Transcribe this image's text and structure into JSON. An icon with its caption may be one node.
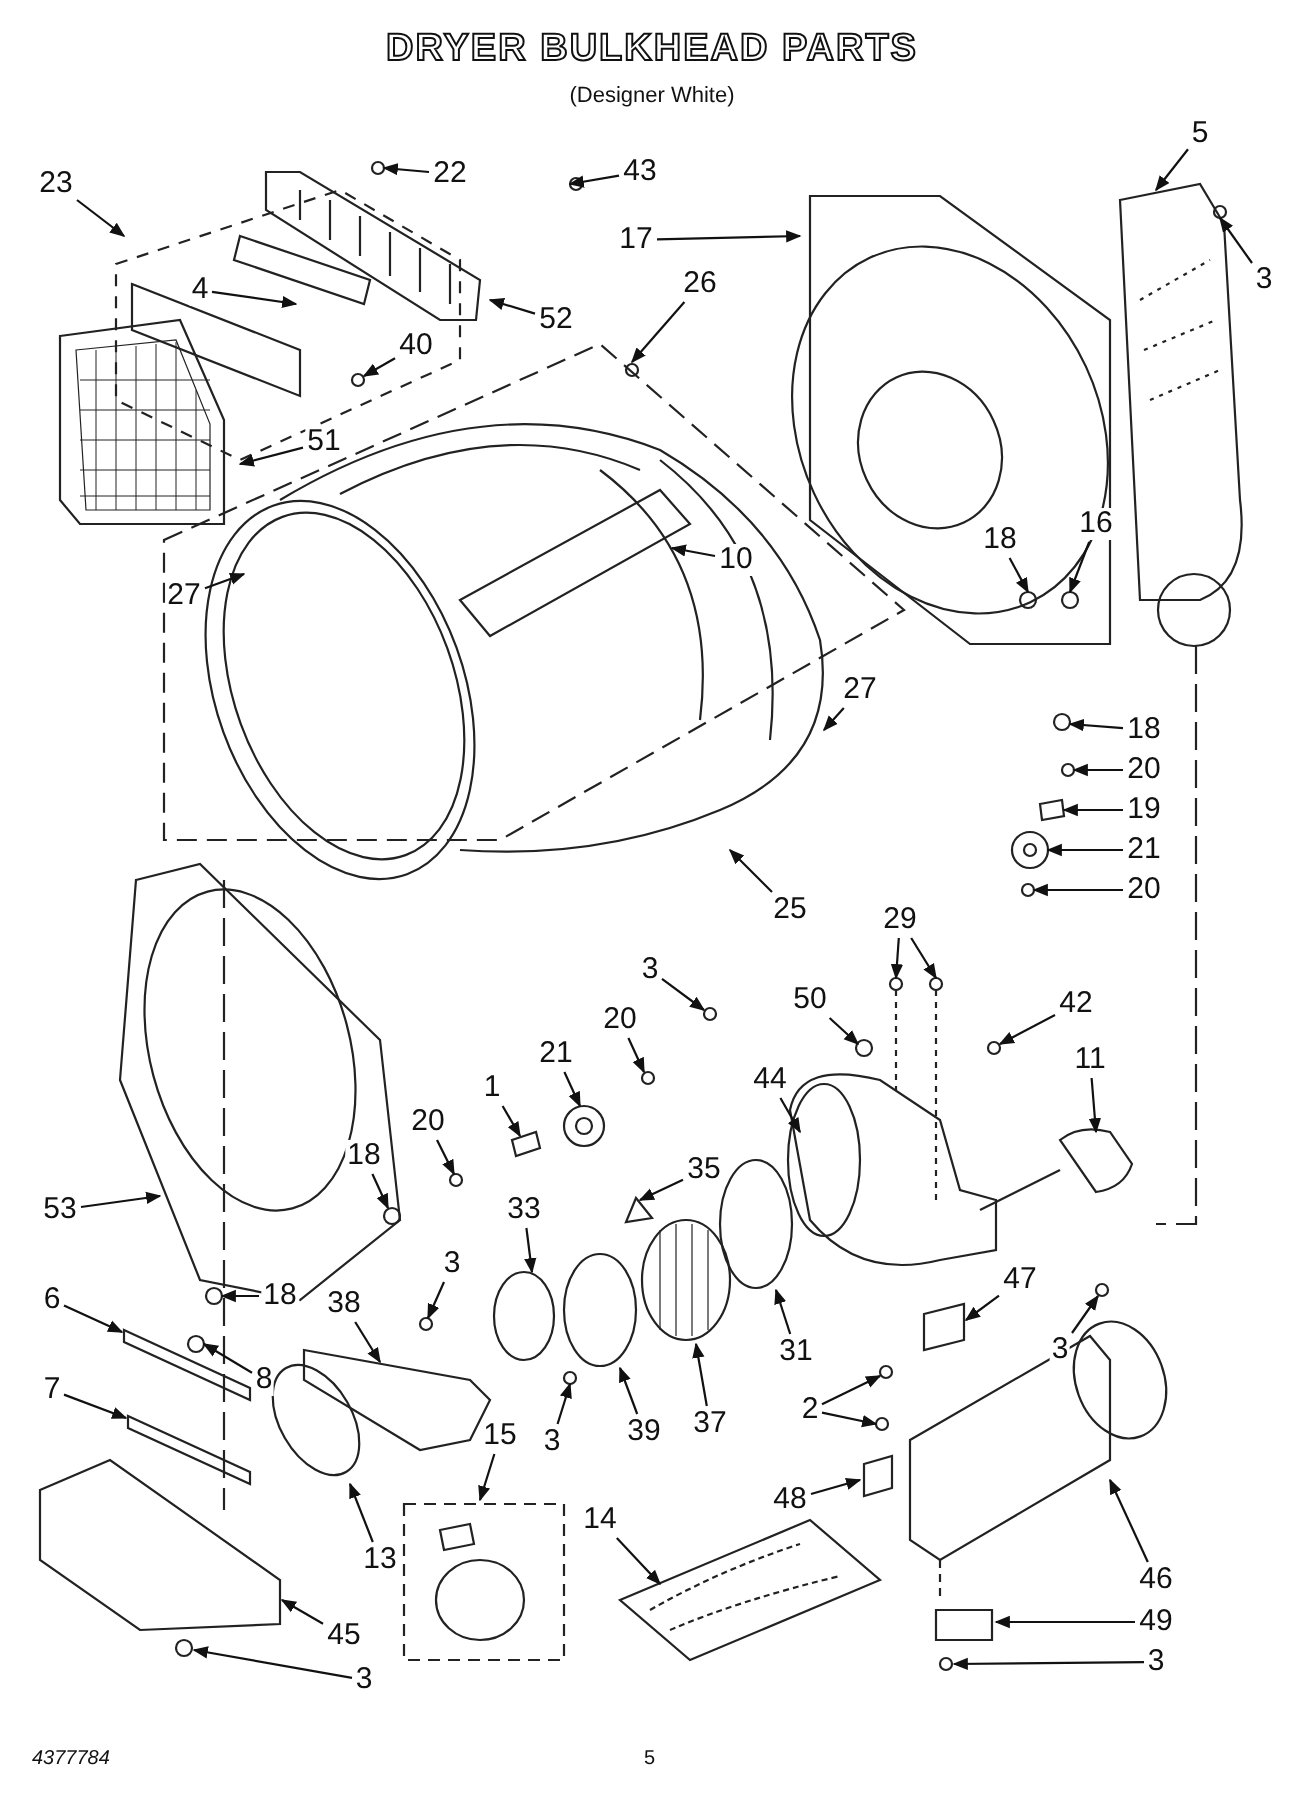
{
  "diagram": {
    "title": "DRYER BULKHEAD PARTS",
    "nodes": [
      {
        "text": [
          "23"
        ]
      },
      {
        "text": [
          "22"
        ]
      },
      {
        "text": [
          "43"
        ]
      },
      {
        "text": [
          "5"
        ]
      },
      {
        "text": [
          "17"
        ]
      },
      {
        "text": [
          "3"
        ]
      },
      {
        "text": [
          "4"
        ]
      },
      {
        "text": [
          "52"
        ]
      },
      {
        "text": [
          "26"
        ]
      },
      {
        "text": [
          "40"
        ]
      },
      {
        "text": [
          "51"
        ]
      },
      {
        "text": [
          "16"
        ]
      },
      {
        "text": [
          "18"
        ]
      },
      {
        "text": [
          "10"
        ]
      },
      {
        "text": [
          "27"
        ]
      },
      {
        "text": [
          "27"
        ]
      },
      {
        "text": [
          "18"
        ]
      },
      {
        "text": [
          "20"
        ]
      },
      {
        "text": [
          "19"
        ]
      },
      {
        "text": [
          "25"
        ]
      },
      {
        "text": [
          "21"
        ]
      },
      {
        "text": [
          "20"
        ]
      },
      {
        "text": [
          "29"
        ]
      },
      {
        "text": [
          "42"
        ]
      },
      {
        "text": [
          "3"
        ]
      },
      {
        "text": [
          "50"
        ]
      },
      {
        "text": [
          "20"
        ]
      },
      {
        "text": [
          "44"
        ]
      },
      {
        "text": [
          "21"
        ]
      },
      {
        "text": [
          "1"
        ]
      },
      {
        "text": [
          "20"
        ]
      },
      {
        "text": [
          "11"
        ]
      },
      {
        "text": [
          "18"
        ]
      },
      {
        "text": [
          "35"
        ]
      },
      {
        "text": [
          "53"
        ]
      },
      {
        "text": [
          "3"
        ]
      },
      {
        "text": [
          "33"
        ]
      },
      {
        "text": [
          "38"
        ]
      },
      {
        "text": [
          "6"
        ]
      },
      {
        "text": [
          "18"
        ]
      },
      {
        "text": [
          "47"
        ]
      },
      {
        "text": [
          "31"
        ]
      },
      {
        "text": [
          "3"
        ]
      },
      {
        "text": [
          "2"
        ]
      },
      {
        "text": [
          "8"
        ]
      },
      {
        "text": [
          "7"
        ]
      },
      {
        "text": [
          "37"
        ]
      },
      {
        "text": [
          "3"
        ]
      },
      {
        "text": [
          "15"
        ]
      },
      {
        "text": [
          "39"
        ]
      },
      {
        "text": [
          "48"
        ]
      },
      {
        "text": [
          "14"
        ]
      },
      {
        "text": [
          "13"
        ]
      },
      {
        "text": [
          "46"
        ]
      },
      {
        "text": [
          "49"
        ]
      },
      {
        "text": [
          "45"
        ]
      },
      {
        "text": [
          "3"
        ]
      },
      {
        "text": [
          "3"
        ]
      }
    ],
    "edges": [
      {
        "from": 0,
        "to": null,
        "arrow": "to"
      },
      {
        "from": 1,
        "to": null,
        "arrow": "to"
      },
      {
        "from": 2,
        "to": null,
        "arrow": "to"
      },
      {
        "from": 3,
        "to": null,
        "arrow": "to"
      },
      {
        "from": 4,
        "to": null,
        "arrow": "to"
      },
      {
        "from": 5,
        "to": null,
        "arrow": "to"
      },
      {
        "from": 6,
        "to": null,
        "arrow": "to"
      },
      {
        "from": 7,
        "to": null,
        "arrow": "to"
      },
      {
        "from": 8,
        "to": null,
        "arrow": "to"
      },
      {
        "from": 9,
        "to": null,
        "arrow": "to"
      },
      {
        "from": 10,
        "to": null,
        "arrow": "to"
      },
      {
        "from": 11,
        "to": null,
        "arrow": "to"
      },
      {
        "from": 12,
        "to": null,
        "arrow": "to"
      },
      {
        "from": 13,
        "to": null,
        "arrow": "to"
      },
      {
        "from": 14,
        "to": null,
        "arrow": "to"
      },
      {
        "from": 15,
        "to": null,
        "arrow": "to"
      },
      {
        "from": 16,
        "to": null,
        "arrow": "to"
      },
      {
        "from": 17,
        "to": null,
        "arrow": "to"
      },
      {
        "from": 18,
        "to": null,
        "arrow": "to"
      },
      {
        "from": 19,
        "to": null,
        "arrow": "to"
      },
      {
        "from": 20,
        "to": null,
        "arrow": "to"
      },
      {
        "from": 21,
        "to": null,
        "arrow": "to"
      },
      {
        "from": 22,
        "to": null,
        "arrow": "to"
      },
      {
        "from": 22,
        "to": null,
        "arrow": "to"
      },
      {
        "from": 23,
        "to": null,
        "arrow": "to"
      },
      {
        "from": 24,
        "to": null,
        "arrow": "to"
      },
      {
        "from": 25,
        "to": null,
        "arrow": "to"
      },
      {
        "from": 26,
        "to": null,
        "arrow": "to"
      },
      {
        "from": 27,
        "to": null,
        "arrow": "to"
      },
      {
        "from": 28,
        "to": null,
        "arrow": "to"
      },
      {
        "from": 29,
        "to": null,
        "arrow": "to"
      },
      {
        "from": 30,
        "to": null,
        "arrow": "to"
      },
      {
        "from": 31,
        "to": null,
        "arrow": "to"
      },
      {
        "from": 32,
        "to": null,
        "arrow": "to"
      },
      {
        "from": 33,
        "to": null,
        "arrow": "to"
      },
      {
        "from": 34,
        "to": null,
        "arrow": "to"
      },
      {
        "from": 35,
        "to": null,
        "arrow": "to"
      },
      {
        "from": 36,
        "to": null,
        "arrow": "to"
      },
      {
        "from": 37,
        "to": null,
        "arrow": "to"
      },
      {
        "from": 38,
        "to": null,
        "arrow": "to"
      },
      {
        "from": 39,
        "to": null,
        "arrow": "to"
      },
      {
        "from": 40,
        "to": null,
        "arrow": "to"
      },
      {
        "from": 41,
        "to": null,
        "arrow": "to"
      },
      {
        "from": 42,
        "to": null,
        "arrow": "to"
      },
      {
        "from": 43,
        "to": null,
        "arrow": "to"
      },
      {
        "from": 43,
        "to": null,
        "arrow": "to"
      },
      {
        "from": 44,
        "to": null,
        "arrow": "to"
      },
      {
        "from": 45,
        "to": null,
        "arrow": "to"
      },
      {
        "from": 46,
        "to": null,
        "arrow": "to"
      },
      {
        "from": 47,
        "to": null,
        "arrow": "to"
      },
      {
        "from": 48,
        "to": null,
        "arrow": "to"
      },
      {
        "from": 49,
        "to": null,
        "arrow": "to"
      },
      {
        "from": 50,
        "to": null,
        "arrow": "to"
      },
      {
        "from": 51,
        "to": null,
        "arrow": "to"
      },
      {
        "from": 52,
        "to": null,
        "arrow": "to"
      },
      {
        "from": 53,
        "to": null,
        "arrow": "to"
      },
      {
        "from": 54,
        "to": null,
        "arrow": "to"
      },
      {
        "from": 55,
        "to": null,
        "arrow": "to"
      },
      {
        "from": 56,
        "to": null,
        "arrow": "to"
      },
      {
        "from": 57,
        "to": null,
        "arrow": "to"
      }
    ],
    "labels": [
      "(Designer White)",
      "4377784",
      "5"
    ]
  }
}
